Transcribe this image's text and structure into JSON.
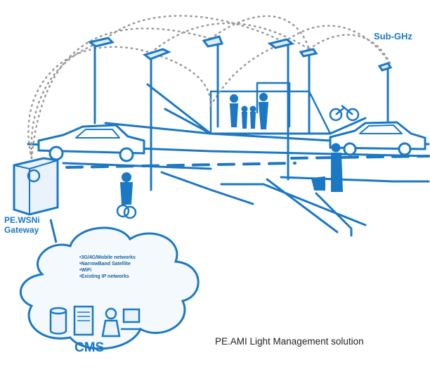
{
  "labels": {
    "sub_ghz": "Sub-GHz",
    "gateway_line1": "PE.WSNi",
    "gateway_line2": "Gateway",
    "cms": "CMS",
    "caption": "PE.AMI Light Management solution"
  },
  "networks": [
    "3G/4G/Mobile networks",
    "NarrowBand Satellite",
    "WiFi",
    "Existing IP networks"
  ],
  "colors": {
    "line": "#1b78c4",
    "dots": "#9a9a9a",
    "fill_light": "#dcecf8",
    "caption_text": "#222222"
  },
  "icons": [
    "street-lamp-icon",
    "car-icon",
    "gateway-icon",
    "cloud-icon",
    "database-icon",
    "server-icon",
    "operator-icon",
    "bicycle-icon",
    "dog-icon"
  ]
}
